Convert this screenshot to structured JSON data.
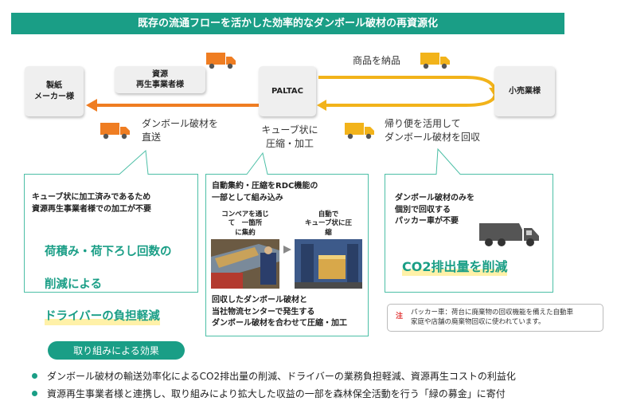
{
  "title": "既存の流通フローを活かした効率的なダンボール破材の再資源化",
  "nodes": {
    "maker": "製紙\nメーカー様",
    "recycler": "資源\n再生事業者様",
    "paltac": "PALTAC",
    "retailer": "小売業様"
  },
  "flow_labels": {
    "deliver_goods": "商品を納品",
    "direct_ship": "ダンボール破材を\n直送",
    "compress": "キューブ状に\n圧縮・加工",
    "backhaul": "帰り便を活用して\nダンボール破材を回収"
  },
  "boxes": {
    "left": {
      "small": "キューブ状に加工済みであるため\n資源再生事業者様での加工が不要",
      "big_lines": [
        "荷積み・荷下ろし回数の",
        "削減による",
        "ドライバーの負担軽減"
      ]
    },
    "middle": {
      "head": "自動集約・圧縮をRDC機能の\n一部として組み込み",
      "photo1_caption": "コンベアを通じ\nて　一箇所\nに集約",
      "photo2_caption": "自動で\nキューブ状に圧\n縮",
      "foot": "回収したダンボール破材と\n当社物流センターで発生する\nダンボール破材を合わせて圧縮・加工"
    },
    "right": {
      "small": "ダンボール破材のみを\n個別で回収する\nパッカー車が不要",
      "big": "CO2排出量を削減"
    }
  },
  "note": {
    "mark": "注",
    "text": "パッカー車：荷台に廃棄物の回収機能を備えた自動車\n家庭や店舗の廃棄物回収に使われています。"
  },
  "effects": {
    "label": "取り組みによる効果",
    "items": [
      "ダンボール破材の輸送効率化によるCO2排出量の削減、ドライバーの業務負担軽減、資源再生コストの利益化",
      "資源再生事業者様と連携し、取り組みにより拡大した収益の一部を森林保全活動を行う「緑の募金」に寄付"
    ]
  },
  "colors": {
    "teal": "#1a9e86",
    "orange": "#ef7d22",
    "yellow": "#f2b31a"
  }
}
